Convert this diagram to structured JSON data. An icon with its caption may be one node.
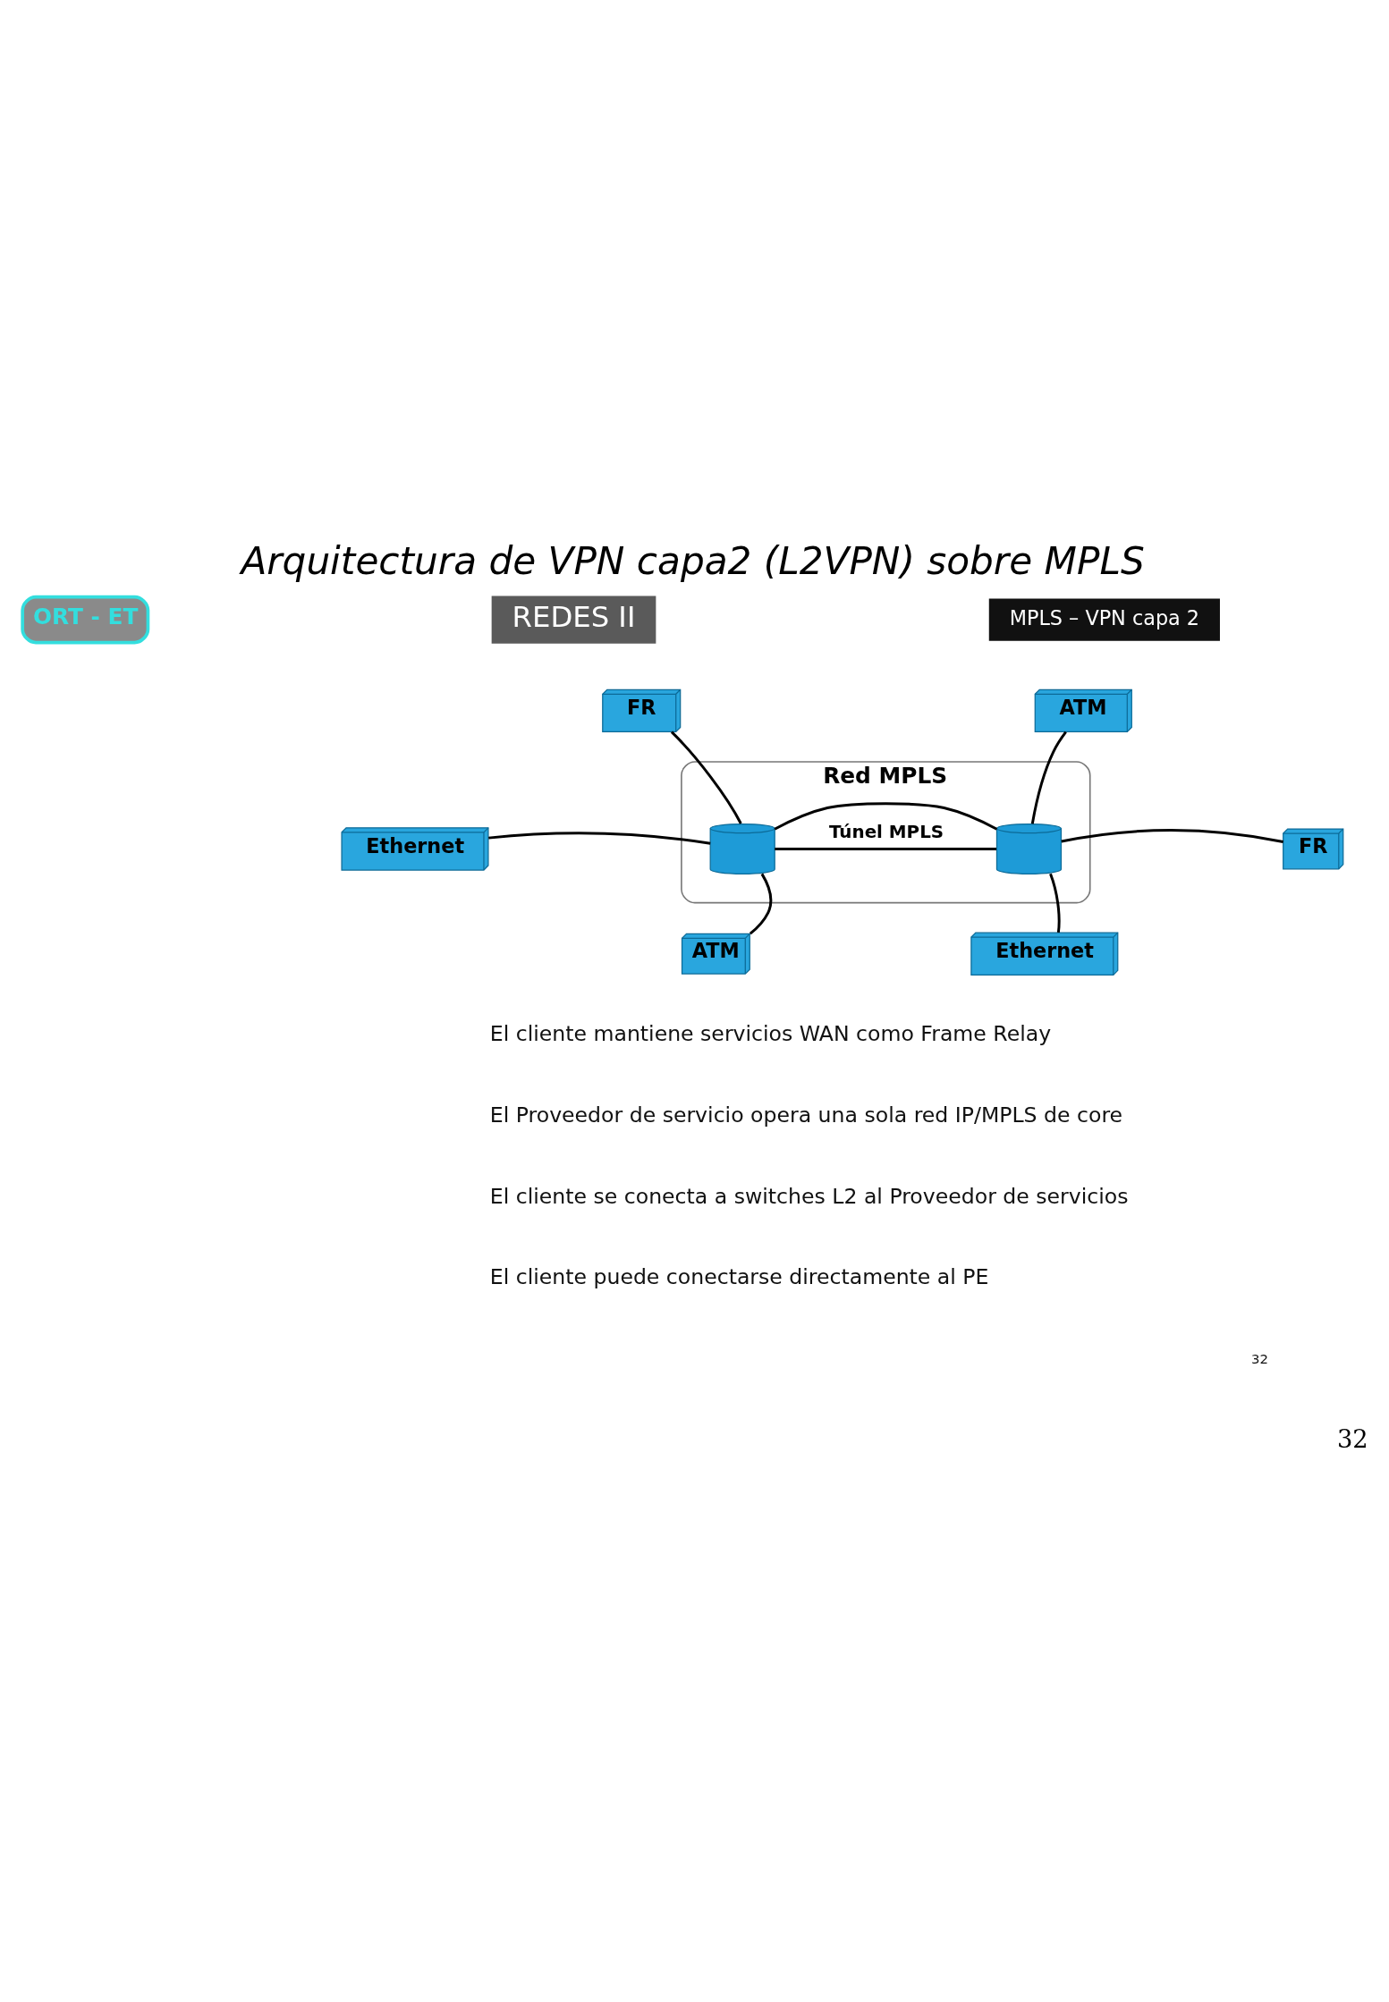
{
  "diagram": {
    "title": "Arquitectura de VPN capa2 (L2VPN) sobre MPLS",
    "nodes": [
      {
        "text": [
          "Red MPLS"
        ]
      },
      {
        "text": [
          "FR"
        ]
      },
      {
        "text": [
          "Ethernet"
        ]
      },
      {
        "text": [
          "ATM"
        ]
      },
      {
        "text": [],
        "shape": "cylinder",
        "in": 0
      },
      {
        "text": [],
        "shape": "cylinder",
        "in": 0
      },
      {
        "text": [
          "ATM"
        ]
      },
      {
        "text": [
          "FR"
        ]
      },
      {
        "text": [
          "Ethernet"
        ]
      }
    ],
    "edges": [
      {
        "from": 1,
        "to": 4,
        "arrow": "none"
      },
      {
        "from": 2,
        "to": 4,
        "arrow": "none"
      },
      {
        "from": 3,
        "to": 4,
        "arrow": "none"
      },
      {
        "from": 4,
        "to": 5,
        "arrow": "none",
        "label": "Túnel MPLS"
      },
      {
        "from": 4,
        "to": 5,
        "arrow": "none"
      },
      {
        "from": 5,
        "to": 6,
        "arrow": "none"
      },
      {
        "from": 5,
        "to": 7,
        "arrow": "none"
      },
      {
        "from": 5,
        "to": 8,
        "arrow": "none"
      }
    ],
    "labels": [
      "ORT - ET",
      "REDES II",
      "MPLS – VPN capa 2",
      "El cliente mantiene servicios WAN como Frame Relay",
      "El Proveedor de servicio opera una sola red IP/MPLS de core",
      "El cliente se conecta a switches L2 al Proveedor de servicios",
      "El cliente puede conectarse directamente al PE",
      "32",
      "32"
    ]
  }
}
